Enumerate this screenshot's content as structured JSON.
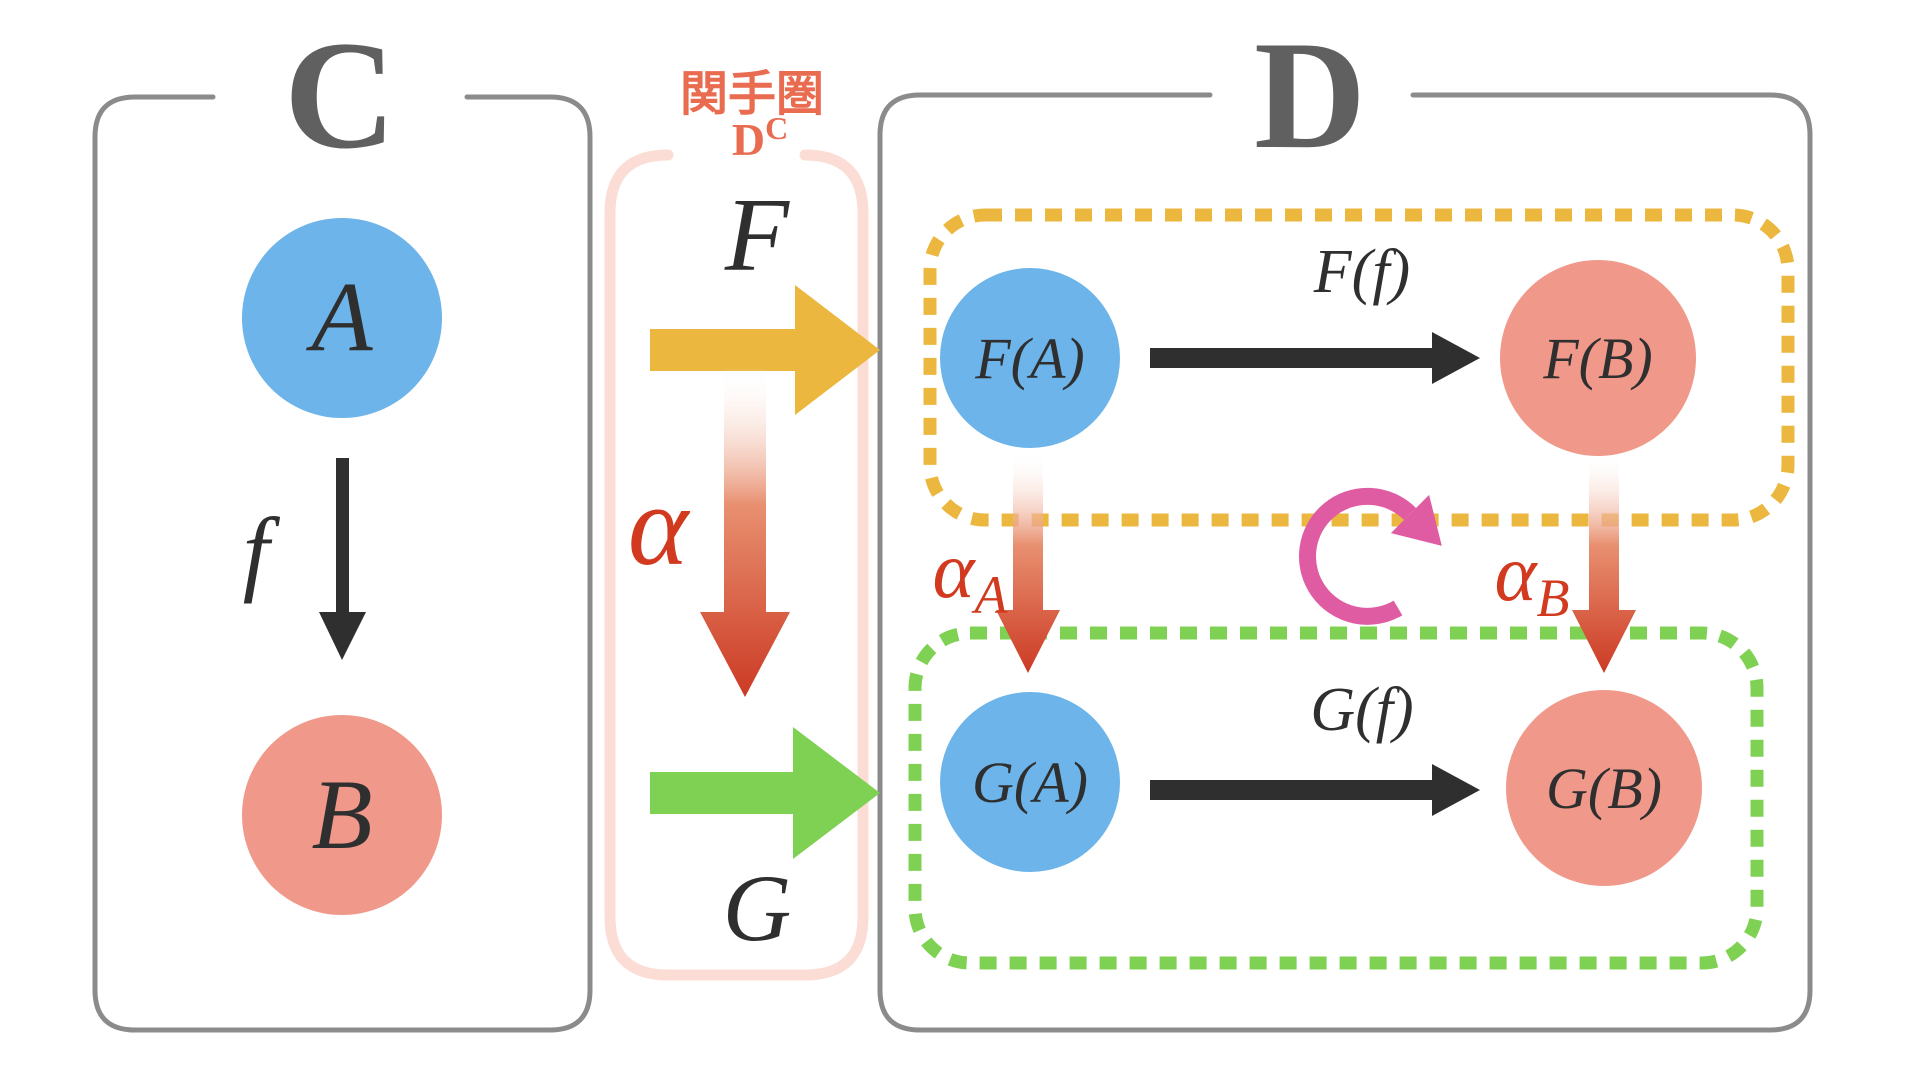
{
  "categories": {
    "left": {
      "title": "C",
      "objects": {
        "a": "A",
        "b": "B"
      },
      "morphism_label": "f"
    },
    "functor_category": {
      "caption": "関手圏",
      "symbol_base": "D",
      "symbol_sup": "C",
      "functor_top_label": "F",
      "nat_trans_label": "α",
      "functor_bottom_label": "G"
    },
    "right": {
      "title": "D",
      "objects": {
        "fa": "F(A)",
        "fb": "F(B)",
        "ga": "G(A)",
        "gb": "G(B)"
      },
      "morphisms": {
        "ff": "F(f)",
        "gf": "G(f)"
      },
      "components": {
        "alpha_a_base": "α",
        "alpha_a_sub": "A",
        "alpha_b_base": "α",
        "alpha_b_sub": "B"
      }
    }
  },
  "colors": {
    "object_blue": "#6CB4E9",
    "object_salmon": "#F0998B",
    "functor_f_orange": "#EBB73E",
    "functor_g_green": "#7FD153",
    "nat_trans_red": "#CC3A24",
    "label_red": "#D23A20",
    "coral_label": "#E96B50",
    "pink_box_border": "#FBDDD6",
    "box_border_gray": "#8B8B8B",
    "title_gray": "#606060",
    "ink": "#2F2F2F",
    "commute_magenta": "#E05CA2",
    "background": "#FFFFFF"
  }
}
